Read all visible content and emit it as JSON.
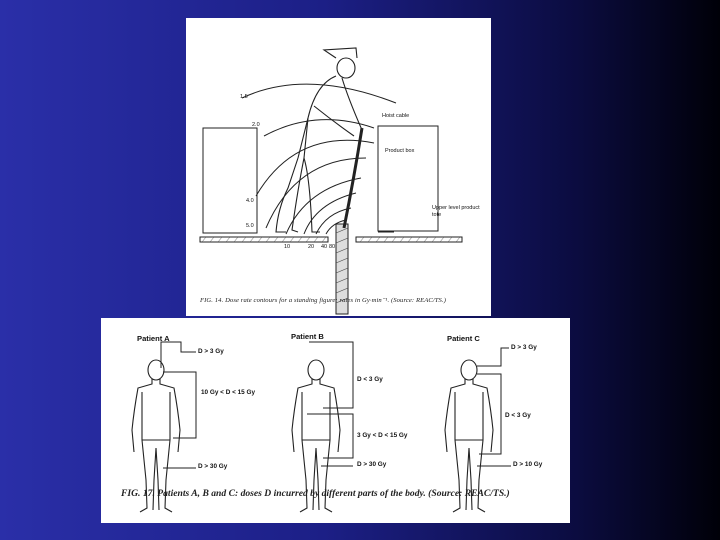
{
  "fig14": {
    "caption": "FIG. 14.  Dose rate contours for a standing figure: rates in Gy·min⁻¹. (Source: REAC/TS.)",
    "labels": {
      "hoist_cable": "Hoist cable",
      "product_box": "Product box",
      "upper_level": "Upper level product",
      "upper_level_2": "tote"
    },
    "contour_values": [
      "1.5",
      "2.0",
      "4.0",
      "5.0",
      "10",
      "20",
      "40",
      "80"
    ]
  },
  "fig17": {
    "caption": "FIG. 17.  Patients A, B and C: doses D incurred by different parts of the body.  (Source: REAC/TS.)",
    "patients": [
      {
        "name": "Patient A",
        "doses": [
          "D > 3 Gy",
          "10 Gy < D < 15 Gy",
          "D > 30 Gy"
        ]
      },
      {
        "name": "Patient B",
        "doses": [
          "D < 3 Gy",
          "3 Gy < D < 15 Gy",
          "D > 30 Gy"
        ]
      },
      {
        "name": "Patient C",
        "doses": [
          "D > 3 Gy",
          "D < 3 Gy",
          "D > 10 Gy"
        ]
      }
    ]
  }
}
